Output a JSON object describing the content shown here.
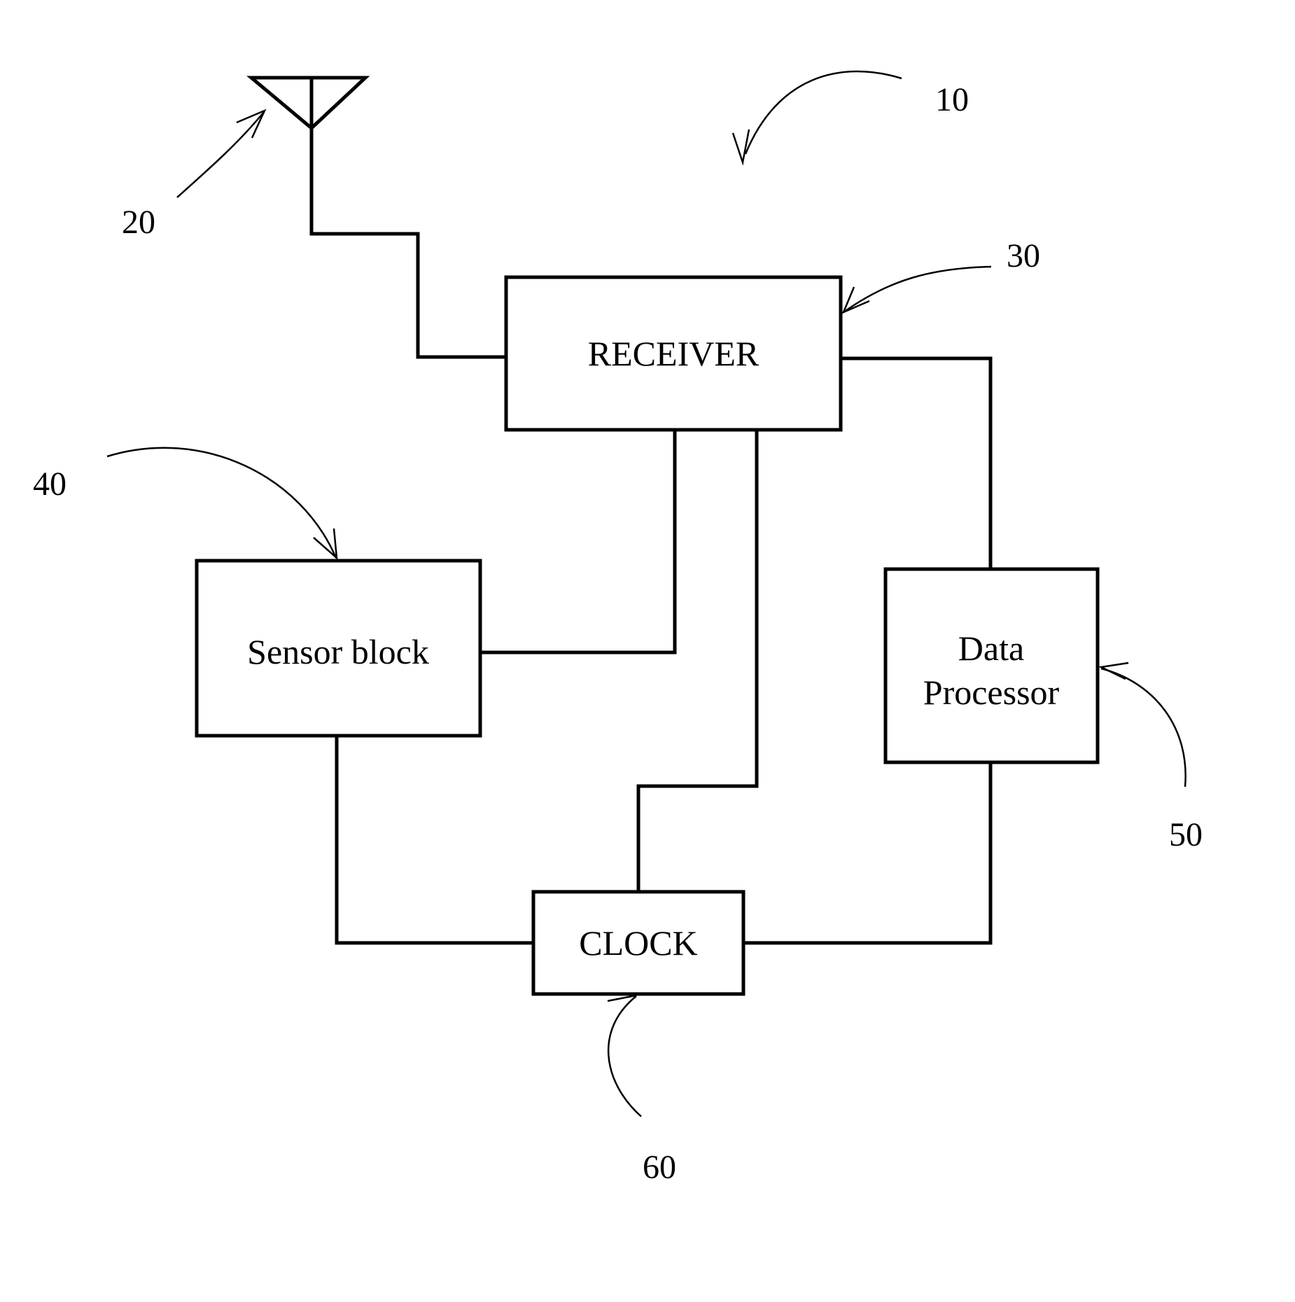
{
  "diagram": {
    "system_ref": "10",
    "blocks": {
      "receiver": {
        "label": "RECEIVER",
        "ref": "30"
      },
      "sensor": {
        "label": "Sensor block",
        "ref": "40"
      },
      "processor": {
        "label_line1": "Data",
        "label_line2": "Processor",
        "ref": "50"
      },
      "clock": {
        "label": "CLOCK",
        "ref": "60"
      }
    },
    "antenna": {
      "ref": "20"
    },
    "connections": [
      {
        "from": "antenna",
        "to": "receiver"
      },
      {
        "from": "receiver",
        "to": "sensor"
      },
      {
        "from": "receiver",
        "to": "clock"
      },
      {
        "from": "receiver",
        "to": "processor"
      },
      {
        "from": "sensor",
        "to": "clock"
      },
      {
        "from": "processor",
        "to": "clock"
      }
    ]
  }
}
